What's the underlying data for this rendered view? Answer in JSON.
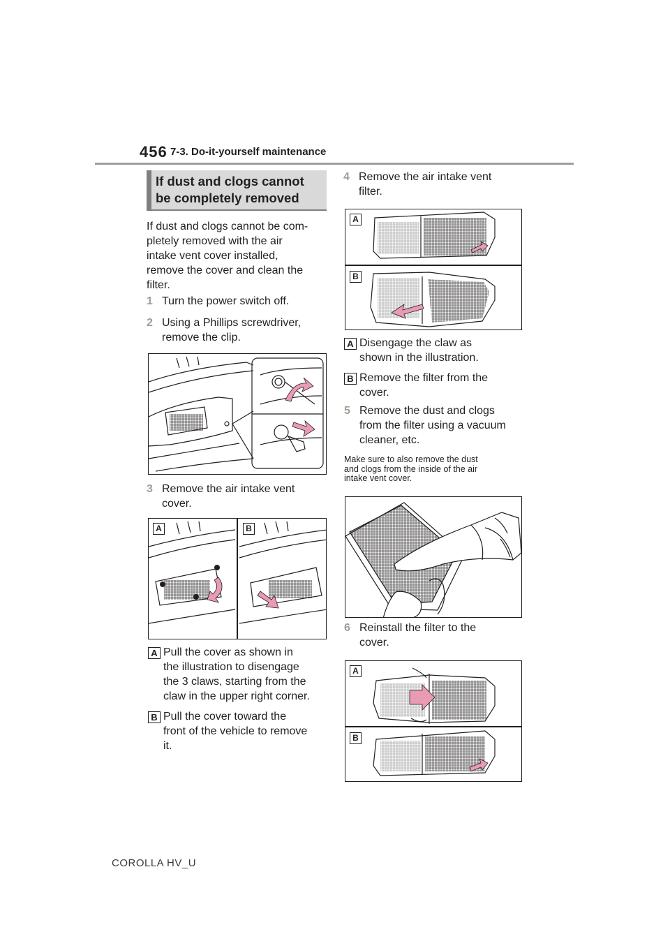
{
  "header": {
    "page_number": "456",
    "section": "7-3. Do-it-yourself maintenance"
  },
  "heading": {
    "line1": "If dust and clogs cannot",
    "line2": "be completely removed"
  },
  "intro": [
    "If dust and clogs cannot be com-",
    "pletely removed with the air",
    "intake vent cover installed,",
    "remove the cover and clean the",
    "filter."
  ],
  "steps": {
    "s1": {
      "num": "1",
      "lines": [
        "Turn the power switch off."
      ]
    },
    "s2": {
      "num": "2",
      "lines": [
        "Using a Phillips screwdriver,",
        "remove the clip."
      ]
    },
    "s3": {
      "num": "3",
      "lines": [
        "Remove the air intake vent",
        "cover."
      ]
    },
    "s4": {
      "num": "4",
      "lines": [
        "Remove the air intake vent",
        "filter."
      ]
    },
    "s5": {
      "num": "5",
      "lines": [
        "Remove the dust and clogs",
        "from the filter using a vacuum",
        "cleaner, etc."
      ]
    },
    "s6": {
      "num": "6",
      "lines": [
        "Reinstall the filter to the",
        "cover."
      ]
    }
  },
  "step3_labels": {
    "a": {
      "badge": "A",
      "lines": [
        "Pull the cover as shown in",
        "the illustration to disengage",
        "the 3 claws, starting from the",
        "claw in the upper right corner."
      ]
    },
    "b": {
      "badge": "B",
      "lines": [
        "Pull the cover toward the",
        "front of the vehicle to remove",
        "it."
      ]
    }
  },
  "step4_labels": {
    "a": {
      "badge": "A",
      "lines": [
        "Disengage the claw as",
        "shown in the illustration."
      ]
    },
    "b": {
      "badge": "B",
      "lines": [
        "Remove the filter from the",
        "cover."
      ]
    }
  },
  "note": [
    "Make sure to also remove the dust",
    "and clogs from the inside of the air",
    "intake vent cover."
  ],
  "figure_badges": {
    "a": "A",
    "b": "B"
  },
  "colors": {
    "step_number": "#a59c94",
    "arrow_fill": "#e89bb3",
    "heading_bg": "#d9d9d9",
    "heading_bar": "#7f7f7f"
  },
  "footer": "COROLLA HV_U"
}
